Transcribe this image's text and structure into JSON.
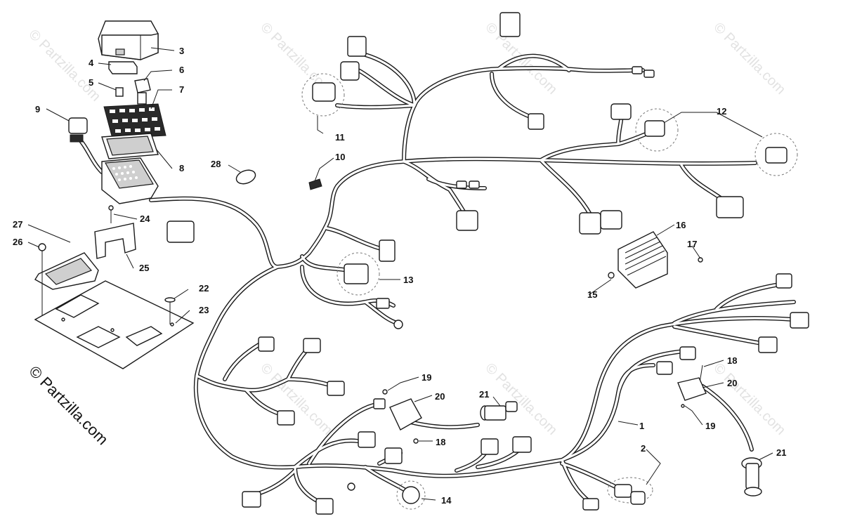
{
  "watermark_text": "© Partzilla.com",
  "callouts": [
    {
      "id": "c1",
      "label": "1"
    },
    {
      "id": "c2",
      "label": "2"
    },
    {
      "id": "c3",
      "label": "3"
    },
    {
      "id": "c4",
      "label": "4"
    },
    {
      "id": "c5",
      "label": "5"
    },
    {
      "id": "c6",
      "label": "6"
    },
    {
      "id": "c7",
      "label": "7"
    },
    {
      "id": "c8",
      "label": "8"
    },
    {
      "id": "c9",
      "label": "9"
    },
    {
      "id": "c10",
      "label": "10"
    },
    {
      "id": "c11",
      "label": "11"
    },
    {
      "id": "c12",
      "label": "12"
    },
    {
      "id": "c13",
      "label": "13"
    },
    {
      "id": "c14",
      "label": "14"
    },
    {
      "id": "c15",
      "label": "15"
    },
    {
      "id": "c16",
      "label": "16"
    },
    {
      "id": "c17",
      "label": "17"
    },
    {
      "id": "c18a",
      "label": "18"
    },
    {
      "id": "c18b",
      "label": "18"
    },
    {
      "id": "c19a",
      "label": "19"
    },
    {
      "id": "c19b",
      "label": "19"
    },
    {
      "id": "c20a",
      "label": "20"
    },
    {
      "id": "c20b",
      "label": "20"
    },
    {
      "id": "c21a",
      "label": "21"
    },
    {
      "id": "c21b",
      "label": "21"
    },
    {
      "id": "c22",
      "label": "22"
    },
    {
      "id": "c23",
      "label": "23"
    },
    {
      "id": "c24",
      "label": "24"
    },
    {
      "id": "c25",
      "label": "25"
    },
    {
      "id": "c26",
      "label": "26"
    },
    {
      "id": "c27",
      "label": "27"
    },
    {
      "id": "c28",
      "label": "28"
    }
  ]
}
